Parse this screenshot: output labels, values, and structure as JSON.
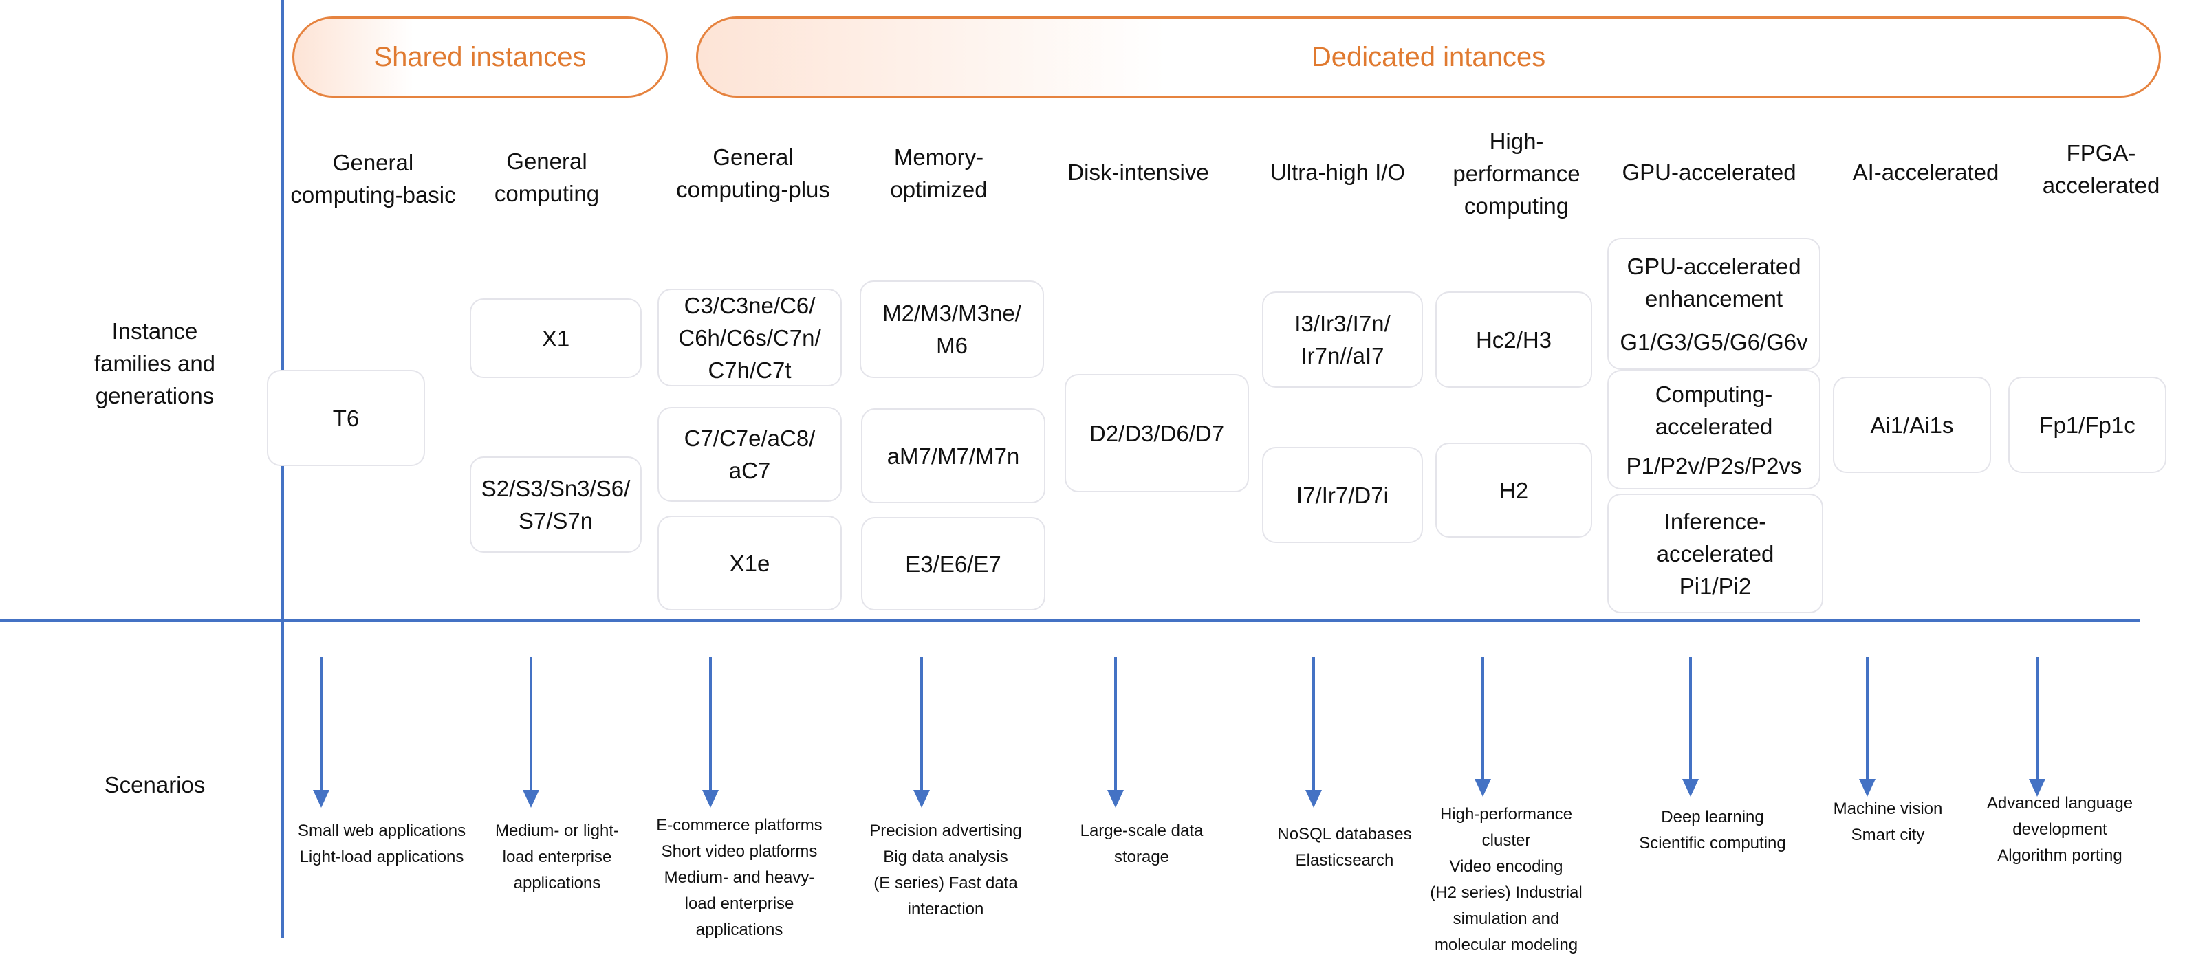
{
  "header": {
    "shared": "Shared instances",
    "dedicated": "Dedicated intances"
  },
  "rows": {
    "families": [
      "Instance",
      "families and",
      "generations"
    ],
    "scenarios": "Scenarios"
  },
  "columns": [
    {
      "header": [
        "General",
        "computing-basic"
      ],
      "boxes": [
        [
          "T6"
        ]
      ],
      "scenarios": [
        "Small web applications",
        "Light-load applications"
      ]
    },
    {
      "header": [
        "General",
        "computing"
      ],
      "boxes": [
        [
          "X1"
        ],
        [
          "S2/S3/Sn3/S6/",
          "S7/S7n"
        ]
      ],
      "scenarios": [
        "Medium- or light-",
        "load enterprise",
        "applications"
      ]
    },
    {
      "header": [
        "General",
        "computing-plus"
      ],
      "boxes": [
        [
          "C3/C3ne/C6/",
          "C6h/C6s/C7n/",
          "C7h/C7t"
        ],
        [
          "C7/C7e/aC8/",
          "aC7"
        ],
        [
          "X1e"
        ]
      ],
      "scenarios": [
        "E-commerce platforms",
        "Short video platforms",
        "Medium- and heavy-",
        "load enterprise",
        "applications"
      ]
    },
    {
      "header": [
        "Memory-",
        "optimized"
      ],
      "boxes": [
        [
          "M2/M3/M3ne/",
          "M6"
        ],
        [
          "aM7/M7/M7n"
        ],
        [
          "E3/E6/E7"
        ]
      ],
      "scenarios": [
        "Precision advertising",
        "Big data analysis",
        "(E series) Fast data",
        "interaction"
      ]
    },
    {
      "header": [
        "Disk-intensive"
      ],
      "boxes": [
        [
          "D2/D3/D6/D7"
        ]
      ],
      "scenarios": [
        "Large-scale data",
        "storage"
      ]
    },
    {
      "header": [
        "Ultra-high I/O"
      ],
      "boxes": [
        [
          "I3/Ir3/I7n/",
          "Ir7n//aI7"
        ],
        [
          "I7/Ir7/D7i"
        ]
      ],
      "scenarios": [
        "NoSQL databases",
        "Elasticsearch"
      ]
    },
    {
      "header": [
        "High-",
        "performance",
        "computing"
      ],
      "boxes": [
        [
          "Hc2/H3"
        ],
        [
          "H2"
        ]
      ],
      "scenarios": [
        "High-performance",
        "cluster",
        "Video encoding",
        "(H2 series) Industrial",
        "simulation and",
        "molecular modeling"
      ]
    },
    {
      "header": [
        "GPU-accelerated"
      ],
      "boxes": [
        [
          "GPU-accelerated",
          "enhancement",
          "G1/G3/G5/G6/G6v"
        ],
        [
          "Computing-",
          "accelerated",
          "P1/P2v/P2s/P2vs"
        ],
        [
          "Inference-",
          "accelerated",
          "Pi1/Pi2"
        ]
      ],
      "scenarios": [
        "Deep learning",
        "Scientific computing"
      ]
    },
    {
      "header": [
        "AI-accelerated"
      ],
      "boxes": [
        [
          "Ai1/Ai1s"
        ]
      ],
      "scenarios": [
        "Machine vision",
        "Smart city"
      ]
    },
    {
      "header": [
        "FPGA-",
        "accelerated"
      ],
      "boxes": [
        [
          "Fp1/Fp1c"
        ]
      ],
      "scenarios": [
        "Advanced language",
        "development",
        "Algorithm porting"
      ]
    }
  ],
  "colors": {
    "axis": "#4472c4",
    "accent": "#e6833f",
    "box_border": "#e4e4ea"
  }
}
